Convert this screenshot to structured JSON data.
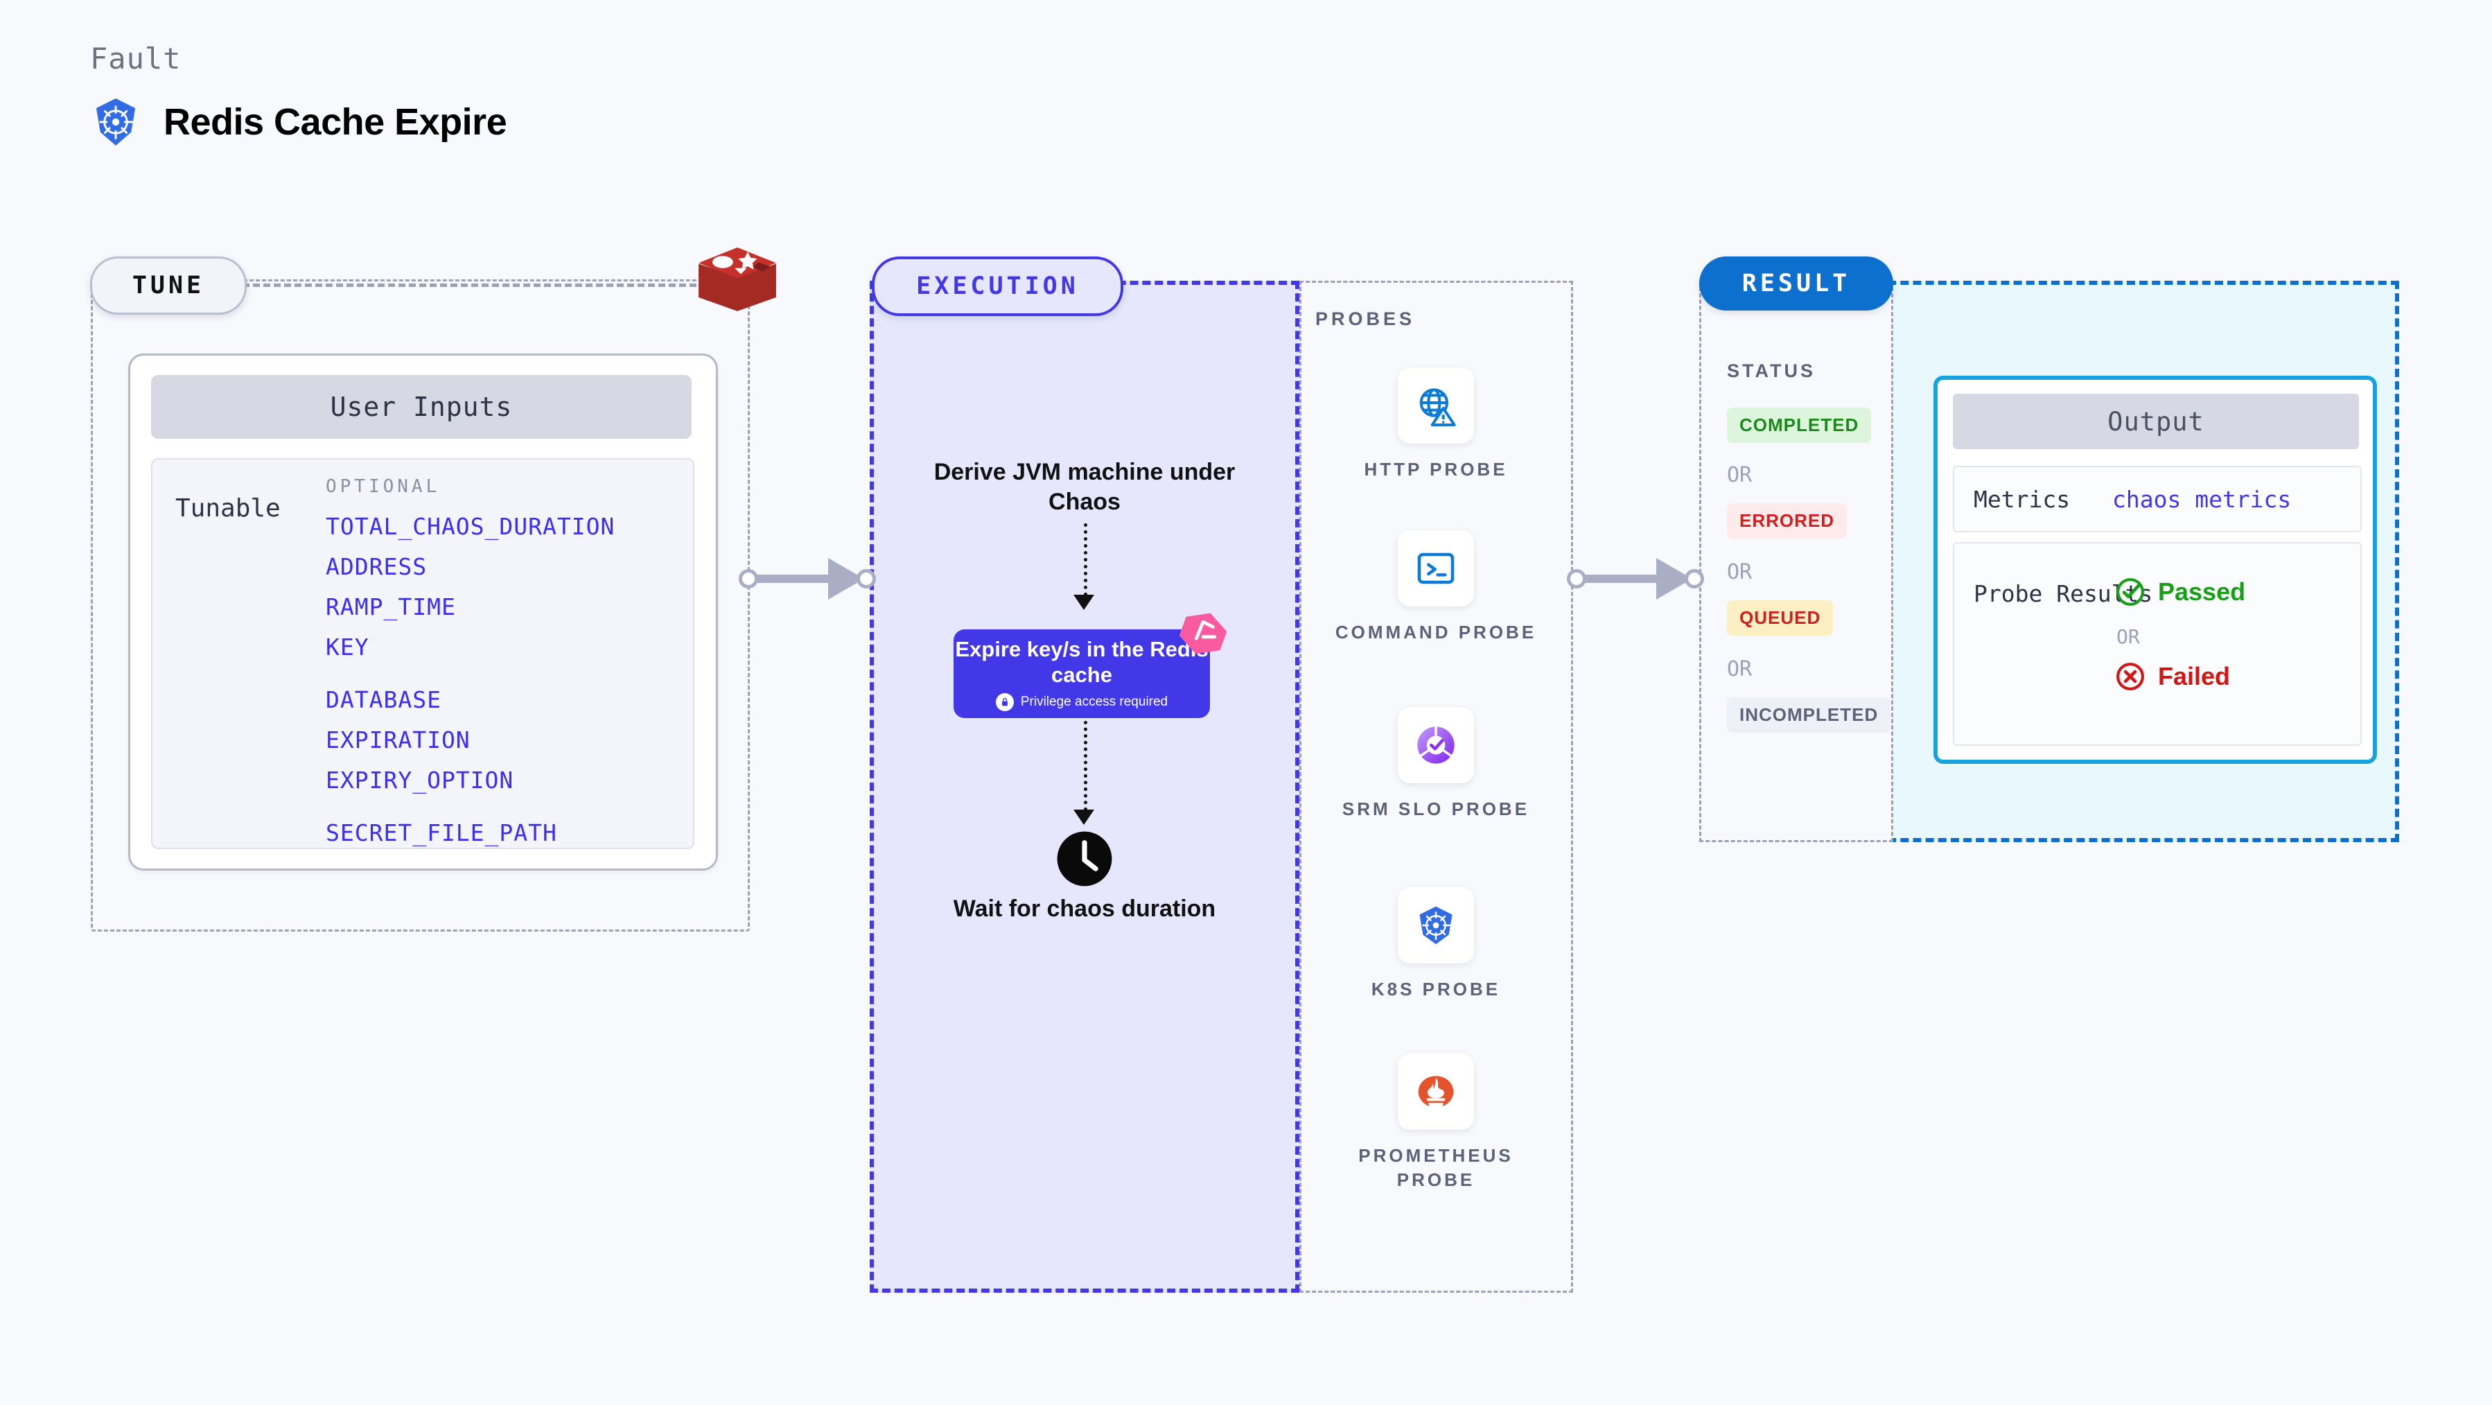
{
  "header": {
    "eyebrow": "Fault",
    "title": "Redis Cache Expire",
    "logo_icon": "kubernetes-icon"
  },
  "tune": {
    "badge": "TUNE",
    "target_icon": "redis-logo-icon",
    "card_title": "User Inputs",
    "tunable_label": "Tunable",
    "optional_label": "OPTIONAL",
    "params": [
      "TOTAL_CHAOS_DURATION",
      "ADDRESS",
      "RAMP_TIME",
      "KEY",
      "DATABASE",
      "EXPIRATION",
      "EXPIRY_OPTION",
      "SECRET_FILE_PATH"
    ]
  },
  "execution": {
    "badge": "EXECUTION",
    "step1": "Derive JVM machine under Chaos",
    "action_title": "Expire key/s in the Redis cache",
    "action_note": "Privilege access required",
    "action_note_icon": "lock-icon",
    "ribbon_icon": "litmus-chaos-icon",
    "wait_icon": "clock-icon",
    "step2": "Wait for chaos duration"
  },
  "probes": {
    "label": "PROBES",
    "items": [
      {
        "label": "HTTP PROBE",
        "icon": "globe-warning-icon"
      },
      {
        "label": "COMMAND PROBE",
        "icon": "terminal-icon"
      },
      {
        "label": "SRM SLO PROBE",
        "icon": "slo-check-donut-icon"
      },
      {
        "label": "K8S PROBE",
        "icon": "kubernetes-icon"
      },
      {
        "label": "PROMETHEUS PROBE",
        "icon": "prometheus-icon"
      }
    ]
  },
  "result": {
    "badge": "RESULT",
    "status_label": "STATUS",
    "or_label": "OR",
    "statuses": [
      {
        "label": "COMPLETED"
      },
      {
        "label": "ERRORED"
      },
      {
        "label": "QUEUED"
      },
      {
        "label": "INCOMPLETED"
      }
    ],
    "output": {
      "title": "Output",
      "metrics_key": "Metrics",
      "metrics_value": "chaos metrics",
      "probe_key": "Probe Results",
      "passed": "Passed",
      "passed_icon": "check-circle-icon",
      "or_label": "OR",
      "failed": "Failed",
      "failed_icon": "x-circle-icon"
    }
  },
  "colors": {
    "execution_accent": "#4338e8",
    "result_accent": "#0d6fce",
    "output_accent": "#16a3e0",
    "param_text": "#3b2ef0",
    "passed": "#17a017",
    "failed": "#d31515",
    "queued_bg": "#fcefc4",
    "completed_bg": "#dcf5dc",
    "errored_bg": "#fdeaea"
  }
}
